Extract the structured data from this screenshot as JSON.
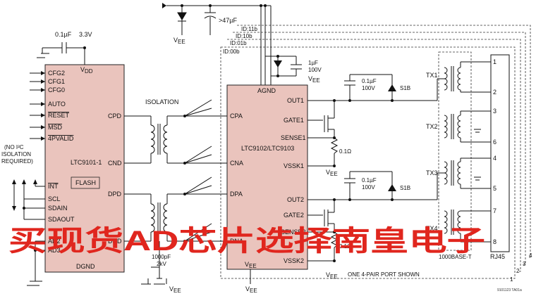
{
  "chips": {
    "ltc9101": {
      "vdd": "V",
      "vdd_sub": "DD",
      "pins_left": [
        "CFG2",
        "CFG1",
        "CFG0",
        "AUTO",
        "RESET",
        "MSD",
        "4PVALID"
      ],
      "bus_pins": [
        "INT",
        "SCL",
        "SDAIN",
        "SDAOUT",
        "AD2",
        "AD3"
      ],
      "name": "LTC9101-1",
      "flash": "FLASH",
      "pins_right": [
        "CPD",
        "CND",
        "DPD",
        "DND"
      ],
      "dgnd": "DGND"
    },
    "ltc9102": {
      "agnd": "AGND",
      "name": "LTC9102/LTC9103",
      "pins_left": [
        "CPA",
        "CNA",
        "DPA",
        "DNA"
      ],
      "pins_right": [
        "OUT1",
        "GATE1",
        "SENSE1",
        "VSSK1",
        "OUT2",
        "GATE2",
        "SENSE2",
        "VSSK2"
      ],
      "vee": "V",
      "vee_sub": "EE"
    }
  },
  "labels": {
    "cap_top": "0.1µF",
    "supply": "3.3V",
    "i2c_note": [
      "(NO I²C",
      "ISOLATION",
      "REQUIRED)"
    ],
    "isolation": "ISOLATION",
    "bulk_cap": ">47µF",
    "cap_1uf": [
      "1µF",
      "100V"
    ],
    "cap_01uf": [
      "0.1µF",
      "100V"
    ],
    "tvs": "S1B",
    "sense_res": "0.1Ω",
    "hv_cap": [
      "1000pF",
      "2kV"
    ],
    "id_boxes": [
      "ID:11b",
      "ID:10b",
      "ID:01b",
      "ID:00b"
    ],
    "transformers": [
      "TX1",
      "TX2",
      "TX3",
      "TX4"
    ],
    "rj45_pins": [
      "1",
      "2",
      "3",
      "6",
      "4",
      "5",
      "7",
      "8"
    ],
    "rj45": "RJ45",
    "magnetics": "1000BASE-T",
    "port_note": "ONE 4-PAIR PORT SHOWN",
    "port_numbers": [
      "1",
      "2",
      "3",
      "4"
    ],
    "fig_id": "9101123 TA01a",
    "vee": "V",
    "vee_sub": "EE"
  },
  "watermark": "买现货AD芯片选择南皇电子"
}
